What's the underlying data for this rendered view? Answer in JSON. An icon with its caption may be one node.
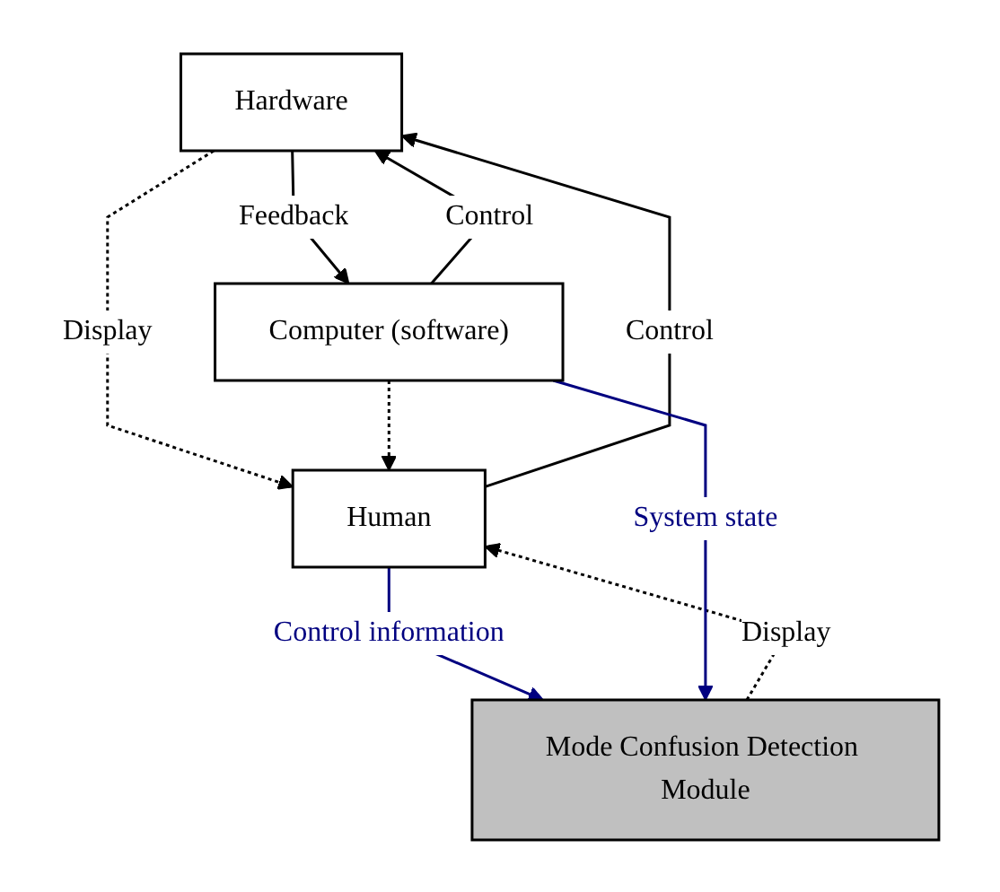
{
  "diagram": {
    "nodes": [
      {
        "text": [
          "Hardware"
        ]
      },
      {
        "text": [
          "Human"
        ]
      },
      {
        "text": [
          "Computer (software)"
        ]
      },
      {
        "text": [
          "Mode Confusion Detection Module"
        ]
      }
    ],
    "edges": [
      {
        "from": 0,
        "to": 1,
        "arrow": "to",
        "label": "Display",
        "style": "dashed"
      },
      {
        "from": 2,
        "to": 1,
        "arrow": "to",
        "style": "dashed"
      },
      {
        "from": 0,
        "to": 2,
        "arrow": "to",
        "label": "Feedback"
      },
      {
        "from": 2,
        "to": 0,
        "arrow": "to",
        "label": "Control"
      },
      {
        "from": 1,
        "to": 0,
        "arrow": "to",
        "label": "Control"
      },
      {
        "from": 1,
        "to": 3,
        "arrow": "to",
        "label": "Control information",
        "color": "#000080"
      },
      {
        "from": 3,
        "to": 1,
        "arrow": "to",
        "label": "Display",
        "style": "dashed"
      },
      {
        "from": 2,
        "to": 3,
        "arrow": "to",
        "label": "System state",
        "color": "#000080"
      }
    ]
  }
}
